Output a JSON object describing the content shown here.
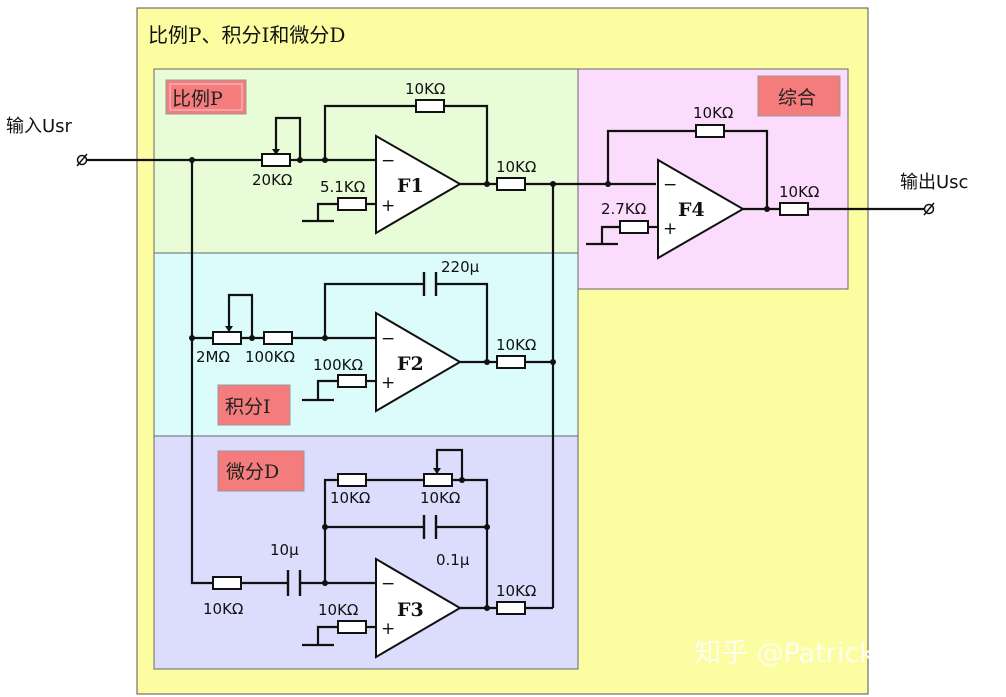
{
  "title": "比例P、积分I和微分D",
  "section_tags": {
    "p": "比例P",
    "i": "积分I",
    "d": "微分D",
    "sum": "综合"
  },
  "io": {
    "input": "输入Usr",
    "output": "输出Usc"
  },
  "amplifiers": {
    "f1": "F1",
    "f2": "F2",
    "f3": "F3",
    "f4": "F4"
  },
  "op_amp_signs": {
    "minus": "−",
    "plus": "+"
  },
  "components": {
    "p_pot": "20KΩ",
    "p_feedback": "10KΩ",
    "p_bias": "5.1KΩ",
    "p_out": "10KΩ",
    "i_pot": "2MΩ",
    "i_in": "100KΩ",
    "i_cap": "220μ",
    "i_bias": "100KΩ",
    "i_out": "10KΩ",
    "d_in": "10KΩ",
    "d_cap": "10μ",
    "d_fb_res": "10KΩ",
    "d_fb_pot": "10KΩ",
    "d_fb_cap": "0.1μ",
    "d_bias": "10KΩ",
    "d_out": "10KΩ",
    "s_feedback": "10KΩ",
    "s_bias": "2.7KΩ",
    "s_out": "10KΩ"
  },
  "watermark": "知乎 @Patrick Zhang",
  "colors": {
    "outer_panel": "#fcfca0",
    "p_panel": "#e8fcd8",
    "i_panel": "#dcfcfc",
    "d_panel": "#dcdcfc",
    "sum_panel": "#fcdcfc",
    "tag_fill": "#f47c7c"
  }
}
